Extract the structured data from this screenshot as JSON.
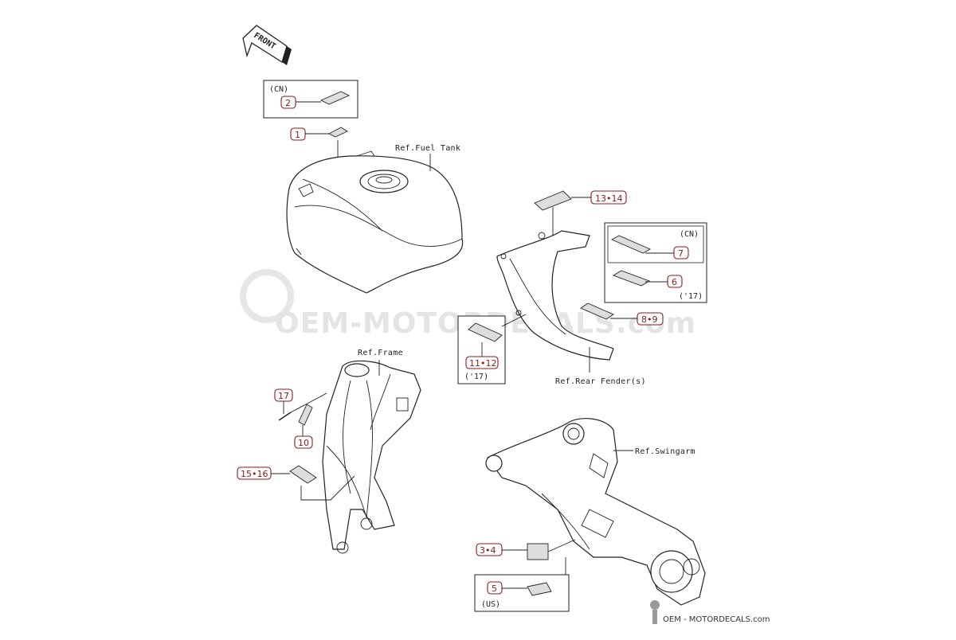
{
  "direction_label": "FRONT",
  "references": {
    "fuel_tank": "Ref.Fuel Tank",
    "rear_fender": "Ref.Rear Fender(s)",
    "frame": "Ref.Frame",
    "swingarm": "Ref.Swingarm"
  },
  "callouts": {
    "c1": "1",
    "c2": "2",
    "c3_4": "3•4",
    "c5": "5",
    "c6": "6",
    "c7": "7",
    "c8_9": "8•9",
    "c10": "10",
    "c11_12": "11•12",
    "c13_14": "13•14",
    "c15_16": "15•16",
    "c17": "17"
  },
  "region_notes": {
    "cn_top": "(CN)",
    "cn_right": "(CN)",
    "y17_right": "('17)",
    "y17_mid": "('17)",
    "us": "(US)"
  },
  "watermark": "OEM-MOTORDECALS.com",
  "brand_footer": "OEM - MOTORDECALS.com"
}
